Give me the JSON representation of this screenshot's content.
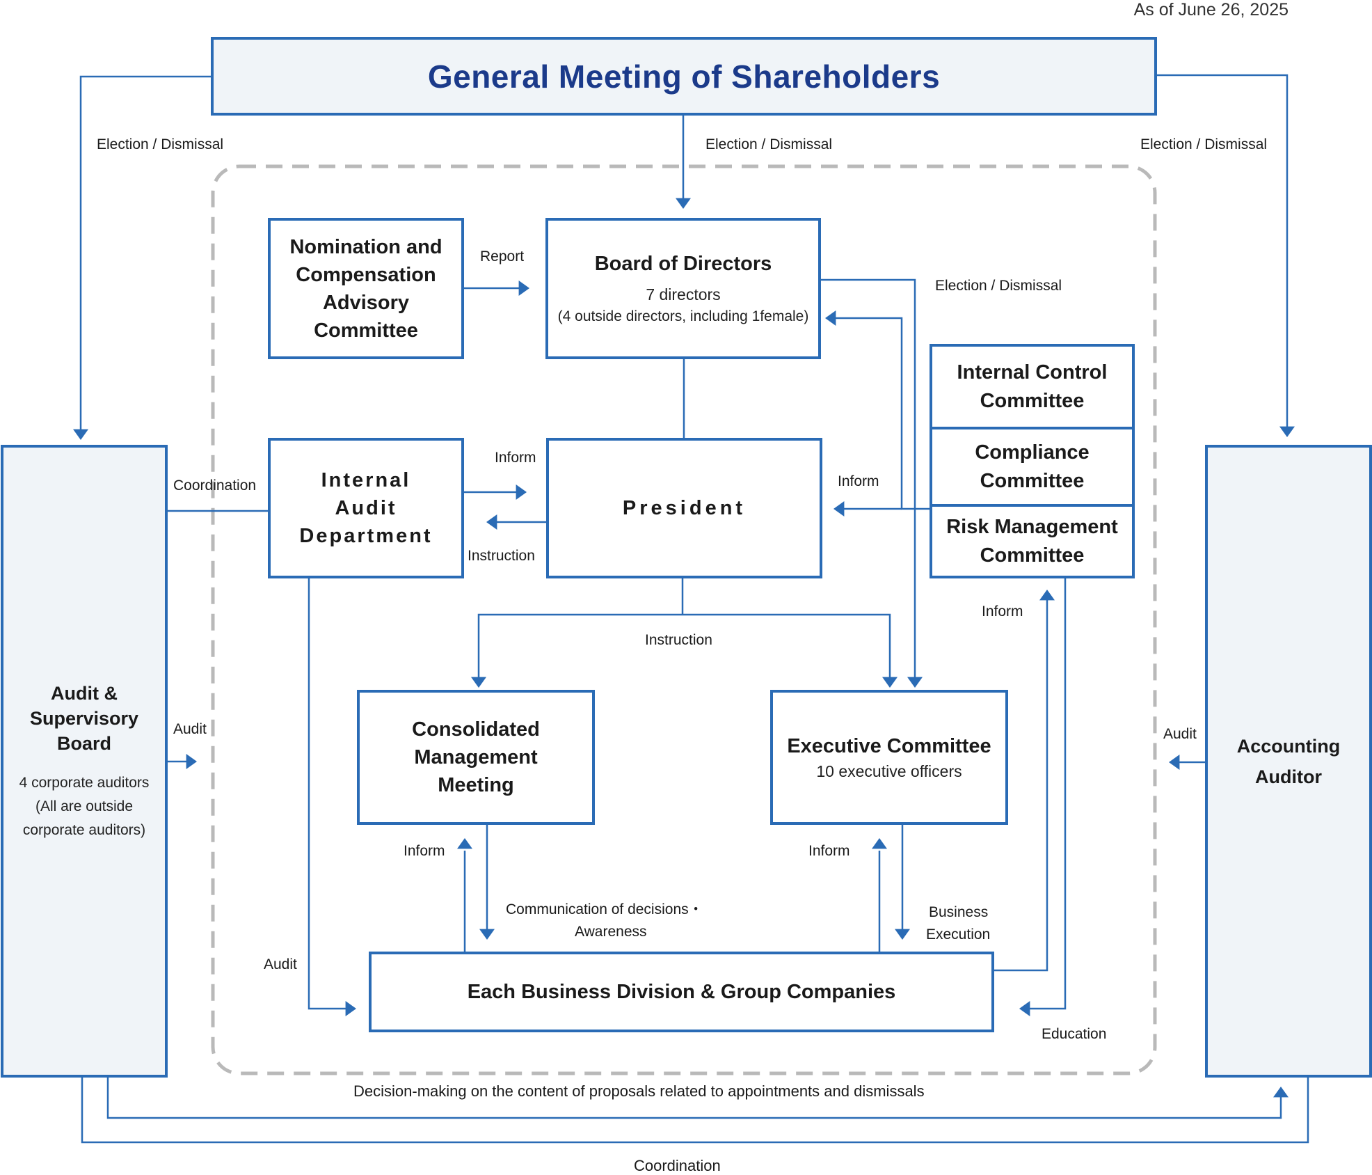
{
  "header": {
    "as_of_date": "As of June 26, 2025",
    "general_meeting": "General Meeting of Shareholders"
  },
  "bodies": {
    "nomination_committee": [
      "Nomination and",
      "Compensation",
      "Advisory Committee"
    ],
    "board_of_directors": {
      "title": "Board of Directors",
      "members": "7 directors",
      "detail": "(4 outside directors, including 1female)"
    },
    "internal_control_committee": [
      "Internal Control",
      "Committee"
    ],
    "compliance_committee": [
      "Compliance",
      "Committee"
    ],
    "risk_management_committee": [
      "Risk Management",
      "Committee"
    ],
    "internal_audit_department": [
      "Internal",
      "Audit",
      "Department"
    ],
    "president": "President",
    "audit_supervisory_board": {
      "title": [
        "Audit &",
        "Supervisory Board"
      ],
      "detail": [
        "4 corporate auditors",
        "(All are outside",
        "corporate auditors)"
      ]
    },
    "accounting_auditor": [
      "Accounting",
      "Auditor"
    ],
    "consolidated_management_meeting": [
      "Consolidated",
      "Management",
      "Meeting"
    ],
    "executive_committee": {
      "title": "Executive Committee",
      "members": "10 executive officers"
    },
    "business_divisions": "Each Business Division & Group Companies"
  },
  "labels": {
    "election_dismissal_left": "Election / Dismissal",
    "election_dismissal_center": "Election / Dismissal",
    "election_dismissal_right": "Election / Dismissal",
    "election_dismissal_board": "Election / Dismissal",
    "report": "Report",
    "coordination_left": "Coordination",
    "inform_audit_to_president": "Inform",
    "instruction_president_to_audit": "Instruction",
    "inform_committees_to_president": "Inform",
    "instruction_president_down": "Instruction",
    "inform_to_risk": "Inform",
    "audit_board_audit": "Audit",
    "accounting_audit": "Audit",
    "inform_consolidated": "Inform",
    "communication_of_decisions": "Communication of decisions・",
    "awareness": "Awareness",
    "inform_executive": "Inform",
    "business": "Business",
    "execution": "Execution",
    "internal_audit_audit": "Audit",
    "education": "Education",
    "decision_making": "Decision-making on the content of proposals related to appointments and dismissals",
    "coordination_bottom": "Coordination"
  },
  "colors": {
    "line": "#2a6bb5",
    "title_text": "#1b3a8a",
    "shaded_fill": "#f0f4f8",
    "dashed_border": "#b9b9b9"
  }
}
